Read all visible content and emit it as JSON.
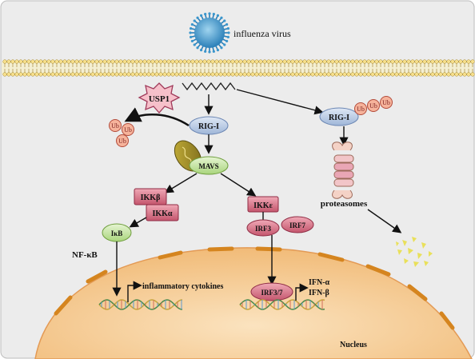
{
  "virus": {
    "label": "influenza virus"
  },
  "proteins": {
    "usp1": "USP1",
    "rig_i_left": "RIG-I",
    "rig_i_right": "RIG-I",
    "mavs": "MAVS",
    "ikk_beta": "IKKβ",
    "ikk_alpha": "IKKα",
    "ikk_epsilon": "IKKε",
    "ikb": "IκB",
    "irf3": "IRF3",
    "irf7": "IRF7",
    "irf37": "IRF3/7"
  },
  "ubiquitin": {
    "label": "Ub"
  },
  "labels": {
    "proteasomes": "proteasomes",
    "nf_kb": "NF-κB",
    "inflammatory": "inflammatory cytokines",
    "ifn_alpha": "IFN-α",
    "ifn_beta": "IFN-β",
    "nucleus": "Nucleus"
  },
  "colors": {
    "background": "#ececec",
    "nucleus_fill": "#f6c98a",
    "nucleus_border": "#d88a3a",
    "protein_blue": "#b9cbe4",
    "mavs_green": "#c8e6a6",
    "ikk_red": "#d86a7f",
    "ub_fill": "#f4a48a",
    "usp1_fill": "#f4b9c4"
  }
}
